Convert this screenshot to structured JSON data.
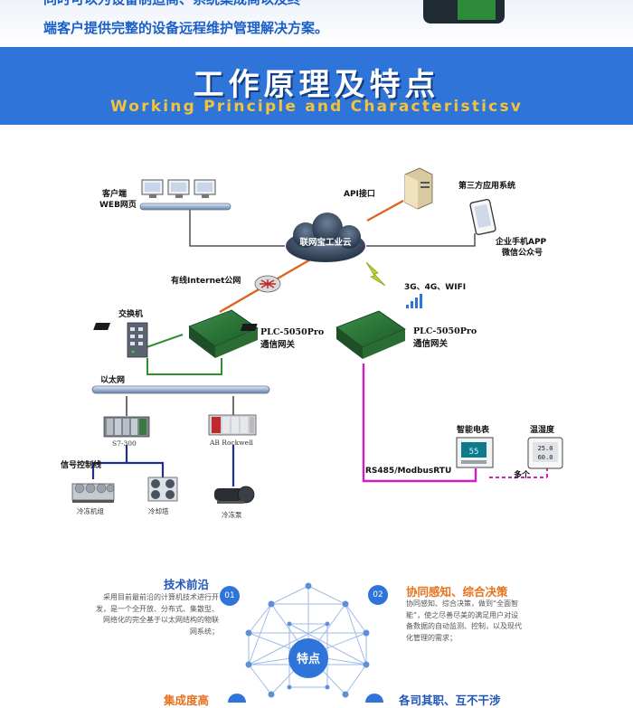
{
  "header": {
    "line1": "同时可以为设备制造商、系统集成商以及终",
    "line2": "端客户提供完整的设备远程维护管理解决方案。"
  },
  "banner": {
    "title": "工作原理及特点",
    "subtitle": "Working Principle and Characteristicsv"
  },
  "diagram": {
    "web_label_1": "客户端",
    "web_label_2": "WEB网页",
    "api_label": "API接口",
    "third_party": "第三方应用系统",
    "cloud": "联网宝工业云",
    "app_label_1": "企业手机APP",
    "app_label_2": "微信公众号",
    "wired": "有线Internet公网",
    "wireless": "3G、4G、WIFI",
    "switch": "交换机",
    "gateway_1_name": "PLC-5050Pro",
    "gateway_1_sub": "通信网关",
    "gateway_2_name": "PLC-5050Pro",
    "gateway_2_sub": "通信网关",
    "ethernet": "以太网",
    "s7": "S7-300",
    "ab": "AB Rockwell",
    "signal_line": "信号控制线",
    "chiller": "冷冻机组",
    "cooling_tower": "冷却塔",
    "freeze_pump": "冷冻泵",
    "meter": "智能电表",
    "temp": "温湿度",
    "rs485": "RS485/ModbusRTU",
    "many": "多个",
    "meter_display": "55",
    "temp_display_1": "25.0",
    "temp_display_2": "60.0"
  },
  "features": {
    "center": "特点",
    "f1_num": "01",
    "f1_title": "技术前沿",
    "f1_l1": "采用目前最前沿的计算机技术进行开",
    "f1_l2": "发，是一个全开放、分布式、集散型、",
    "f1_l3": "网络化的完全基于以太网结构的物联",
    "f1_l4": "网系统；",
    "f2_num": "02",
    "f2_title": "协同感知、综合决策",
    "f2_l1": "协同感知、综合决策，做到“全面智",
    "f2_l2": "能”，使之尽善尽美的满足用户对设",
    "f2_l3": "备数据的自动监测、控制，以及现代",
    "f2_l4": "化管理的需求；",
    "f3_title": "集成度高",
    "f4_title": "各司其职、互不干涉"
  },
  "colors": {
    "banner": "#2f74d9",
    "banner_sub": "#f2c23a",
    "orange_line": "#e0641e",
    "magenta_line": "#d21fbf",
    "green_line": "#2f8f2f",
    "navy_line": "#1e2f8f",
    "feature_blue": "#1f55b8",
    "feature_orange": "#e8711d"
  }
}
